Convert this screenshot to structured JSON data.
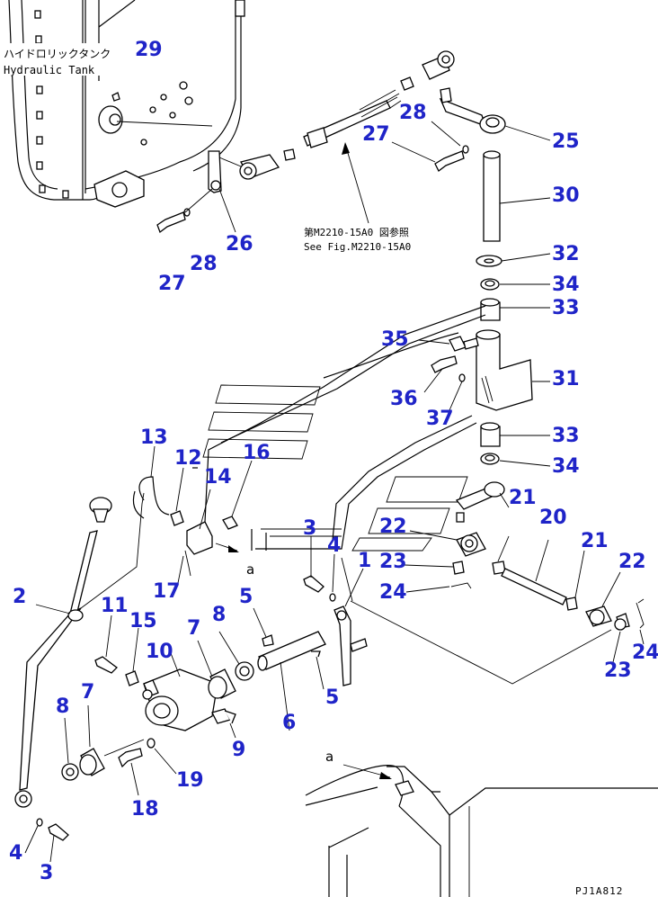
{
  "hydraulic_tank": {
    "label_jp": "ハイドロリックタンク",
    "label_en": "Hydraulic Tank"
  },
  "reference": {
    "label_jp": "第M2210-15A0 図参照",
    "label_en": "See Fig.M2210-15A0"
  },
  "view_marker": "a",
  "drawing_code": "PJ1A812",
  "callouts": [
    "29",
    "28",
    "27",
    "25",
    "30",
    "32",
    "34",
    "33",
    "35",
    "31",
    "36",
    "37",
    "33",
    "34",
    "26",
    "28",
    "27",
    "13",
    "12",
    "16",
    "14",
    "17",
    "2",
    "3",
    "4",
    "1",
    "22",
    "23",
    "24",
    "21",
    "20",
    "21",
    "22",
    "24",
    "23",
    "11",
    "15",
    "10",
    "7",
    "8",
    "5",
    "9",
    "6",
    "5",
    "8",
    "7",
    "19",
    "18",
    "4",
    "3"
  ]
}
